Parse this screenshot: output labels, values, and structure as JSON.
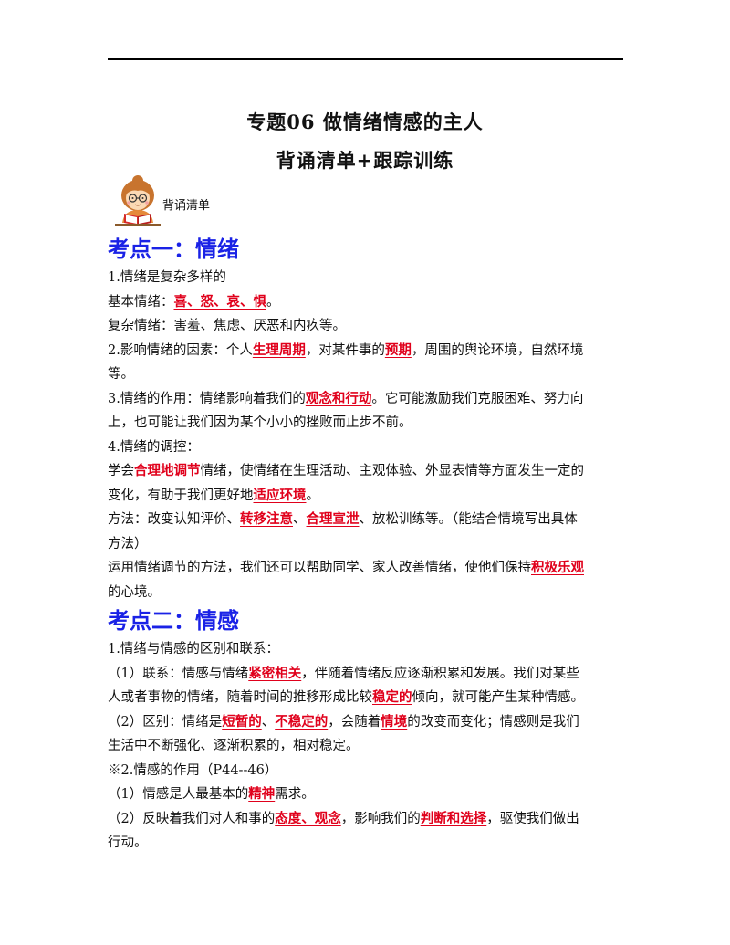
{
  "title": "专题06  做情绪情感的主人",
  "subtitle": "背诵清单+跟踪训练",
  "badge_label": "背诵清单",
  "sections": [
    {
      "heading": "考点一：情绪",
      "lines": [
        [
          {
            "t": "1.情绪是复杂多样的"
          }
        ],
        [
          {
            "t": "基本情绪："
          },
          {
            "t": "喜、怒、哀、惧",
            "h": true
          },
          {
            "t": "。"
          }
        ],
        [
          {
            "t": "复杂情绪：害羞、焦虑、厌恶和内疚等。"
          }
        ],
        [
          {
            "t": "2.影响情绪的因素：个人"
          },
          {
            "t": "生理周期",
            "h": true
          },
          {
            "t": "，对某件事的"
          },
          {
            "t": "预期",
            "h": true
          },
          {
            "t": "，周围的舆论环境，自然环境"
          }
        ],
        [
          {
            "t": "等。"
          }
        ],
        [
          {
            "t": "3.情绪的作用：情绪影响着我们的"
          },
          {
            "t": "观念和行动",
            "h": true
          },
          {
            "t": "。它可能激励我们克服困难、努力向"
          }
        ],
        [
          {
            "t": "上，也可能让我们因为某个小小的挫败而止步不前。"
          }
        ],
        [
          {
            "t": "4.情绪的调控："
          }
        ],
        [
          {
            "t": "学会"
          },
          {
            "t": "合理地调节",
            "h": true
          },
          {
            "t": "情绪，使情绪在生理活动、主观体验、外显表情等方面发生一定的"
          }
        ],
        [
          {
            "t": "变化，有助于我们更好地"
          },
          {
            "t": "适应环境",
            "h": true
          },
          {
            "t": "。"
          }
        ],
        [
          {
            "t": "方法：改变认知评价、"
          },
          {
            "t": "转移注意",
            "h": true
          },
          {
            "t": "、"
          },
          {
            "t": "合理宣泄",
            "h": true
          },
          {
            "t": "、放松训练等。（能结合情境写出具体"
          }
        ],
        [
          {
            "t": "方法）"
          }
        ],
        [
          {
            "t": "运用情绪调节的方法，我们还可以帮助同学、家人改善情绪，使他们保持"
          },
          {
            "t": "积极乐观",
            "h": true
          }
        ],
        [
          {
            "t": "的心境。"
          }
        ]
      ]
    },
    {
      "heading": "考点二：情感",
      "lines": [
        [
          {
            "t": "1.情绪与情感的区别和联系："
          }
        ],
        [
          {
            "t": "（1）联系：情感与情绪"
          },
          {
            "t": "紧密相关",
            "h": true
          },
          {
            "t": "，伴随着情绪反应逐渐积累和发展。我们对某些"
          }
        ],
        [
          {
            "t": "人或者事物的情绪，随着时间的推移形成比较"
          },
          {
            "t": "稳定的",
            "h": true
          },
          {
            "t": "倾向，就可能产生某种情感。"
          }
        ],
        [
          {
            "t": "（2）区别：情绪是"
          },
          {
            "t": "短暂的",
            "h": true
          },
          {
            "t": "、"
          },
          {
            "t": "不稳定的",
            "h": true
          },
          {
            "t": "，会随着"
          },
          {
            "t": "情境",
            "h": true
          },
          {
            "t": "的改变而变化；情感则是我们"
          }
        ],
        [
          {
            "t": "生活中不断强化、逐渐积累的，相对稳定。"
          }
        ],
        [
          {
            "t": "※2.情感的作用（P44--46）"
          }
        ],
        [
          {
            "t": "（1）情感是人最基本的"
          },
          {
            "t": "精神",
            "h": true
          },
          {
            "t": "需求。"
          }
        ],
        [
          {
            "t": "（2）反映着我们对人和事的"
          },
          {
            "t": "态度、观念",
            "h": true
          },
          {
            "t": "，影响我们的"
          },
          {
            "t": "判断和选择",
            "h": true
          },
          {
            "t": "，驱使我们做出"
          }
        ],
        [
          {
            "t": "行动。"
          }
        ]
      ]
    }
  ],
  "colors": {
    "heading": "#1a22e6",
    "highlight": "#e0001b"
  },
  "icon": "girl-reading-book-icon"
}
